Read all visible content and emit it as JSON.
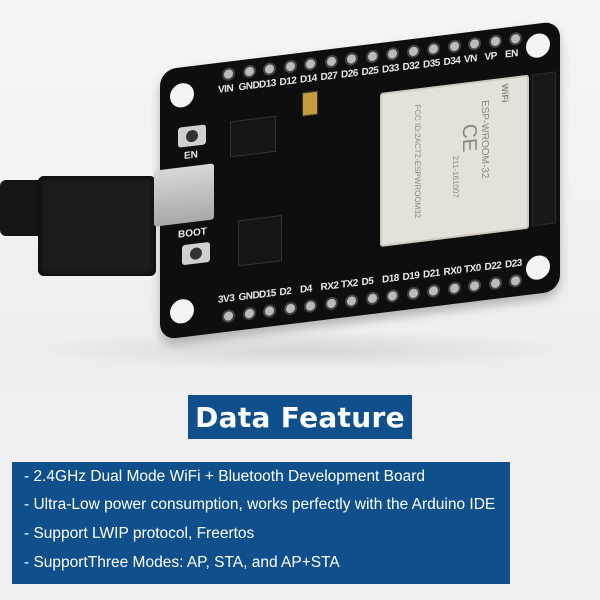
{
  "product_image": {
    "description": "ESP32 development board with micro-USB cable attached",
    "board": {
      "buttons": [
        "EN",
        "BOOT"
      ],
      "top_pin_labels": [
        "VIN",
        "GND",
        "D13",
        "D12",
        "D14",
        "D27",
        "D26",
        "D25",
        "D33",
        "D32",
        "D35",
        "D34",
        "VN",
        "VP",
        "EN"
      ],
      "bottom_pin_labels": [
        "3V3",
        "GND",
        "D15",
        "D2",
        "D4",
        "RX2",
        "TX2",
        "D5",
        "D18",
        "D19",
        "D21",
        "RX0",
        "TX0",
        "D22",
        "D23"
      ],
      "module": {
        "model": "ESP-WROOM-32",
        "fcc_id": "FCC ID:2AC7Z-ESPWROOM32",
        "cert": "211-161007",
        "logo": "WiFi",
        "ce_mark": "CE"
      }
    }
  },
  "heading": {
    "title": "Data Feature",
    "bg_color": "#0f4f8c"
  },
  "features": {
    "bg_color": "#0f4f8c",
    "items": [
      "- 2.4GHz Dual Mode WiFi + Bluetooth Development Board",
      "- Ultra-Low power consumption, works perfectly with the Arduino IDE",
      "- Support LWIP protocol, Freertos",
      "- SupportThree Modes: AP, STA, and AP+STA"
    ]
  }
}
